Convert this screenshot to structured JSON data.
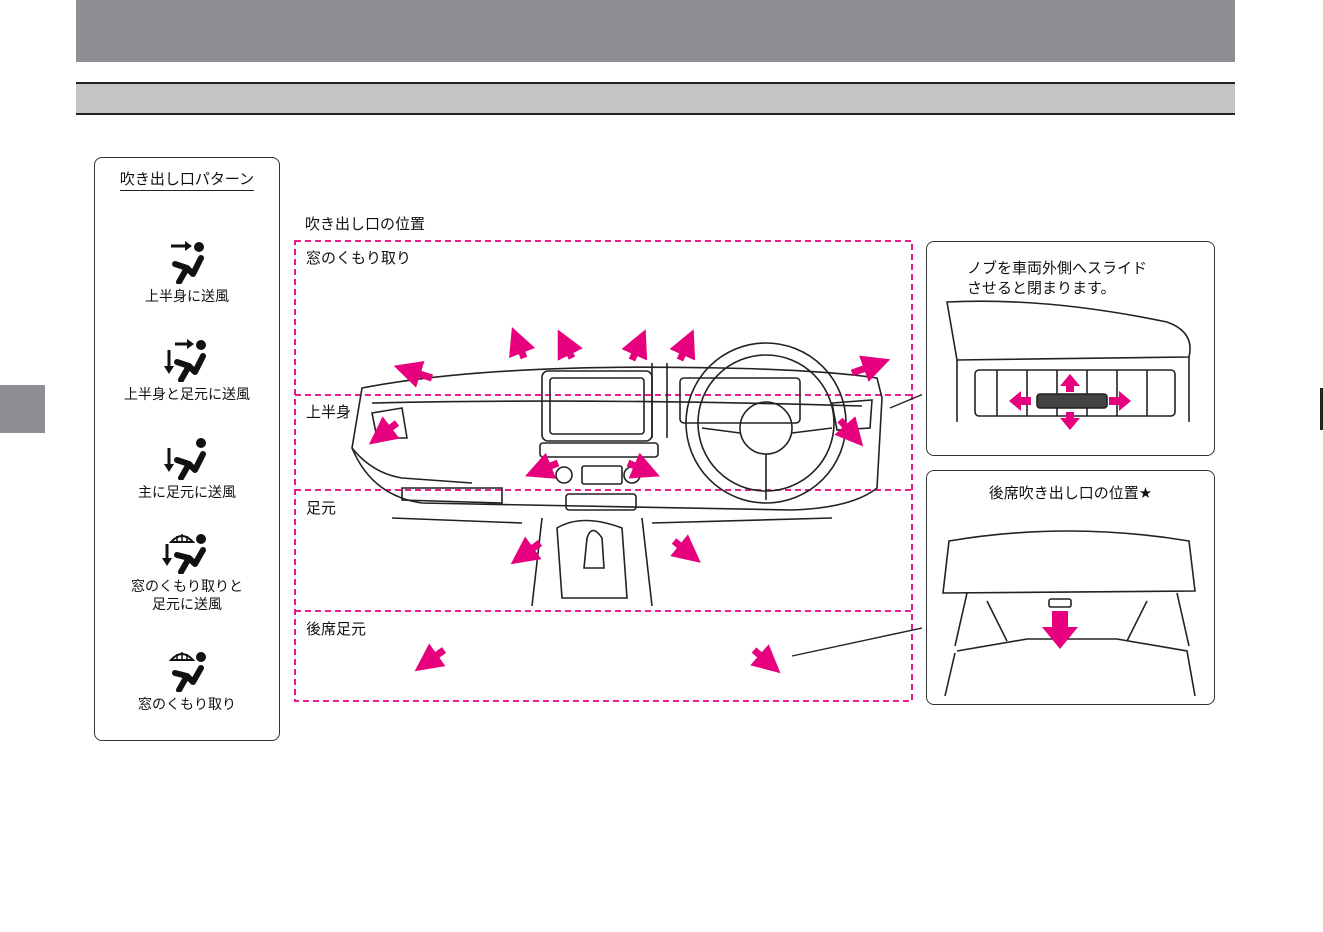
{
  "patterns": {
    "title": "吹き出し口パターン",
    "items": [
      {
        "label": "上半身に送風",
        "icon": "upper-body-vent-icon"
      },
      {
        "label": "上半身と足元に送風",
        "icon": "upper-body-and-feet-vent-icon"
      },
      {
        "label": "主に足元に送風",
        "icon": "feet-vent-icon"
      },
      {
        "label_line1": "窓のくもり取りと",
        "label_line2": "足元に送風",
        "icon": "defrost-and-feet-vent-icon"
      },
      {
        "label": "窓のくもり取り",
        "icon": "defrost-vent-icon"
      }
    ]
  },
  "locations": {
    "title": "吹き出し口の位置",
    "zones": {
      "defrost": "窓のくもり取り",
      "upper_body": "上半身",
      "feet": "足元",
      "rear_feet": "後席足元"
    }
  },
  "knob_callout": {
    "line1": "ノブを車両外側へスライド",
    "line2": "させると閉まります。"
  },
  "rear_callout": {
    "title": "後席吹き出し口の位置★"
  },
  "colors": {
    "accent": "#e6007e",
    "banner": "#8f8f93",
    "section_bar": "#c4c4c6"
  }
}
